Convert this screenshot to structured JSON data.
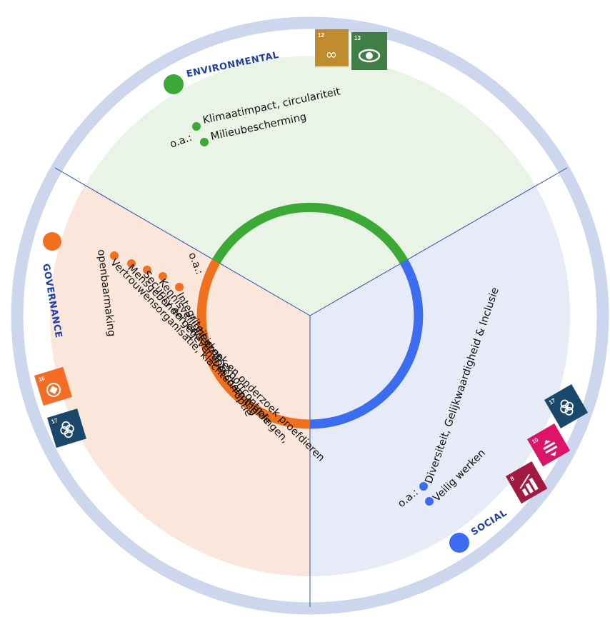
{
  "colors": {
    "environmental": "#3aa935",
    "social": "#3c6cf2",
    "governance": "#f07020",
    "ring": "#ccd6ed",
    "heading": "#1e3ea8",
    "env_bg": "#e9f4e6",
    "soc_bg": "#e7ebf7",
    "gov_bg": "#fbe6dc"
  },
  "environmental": {
    "title": "ENVIRONMENTAL",
    "prefix": "o.a.:",
    "items": [
      "Klimaatimpact, circulariteit",
      "Milieubescherming"
    ]
  },
  "governance": {
    "title": "GOVERNANCE",
    "prefix": "o.a.:",
    "items": [
      "Integriteit en anti-corruptie",
      "Kennisveiligheid en exportcontrole",
      "Security en gegevensbescherming",
      "Mensgebonden onderzoek en onderzoek proefdieren",
      "Vertrouwensorganisatie, klachten en meldingen,",
      "openbaarmaking"
    ]
  },
  "social": {
    "title": "SOCIAL",
    "prefix": "o.a.:",
    "items": [
      "Diversiteit, Gelijkwaardigheid & Inclusie",
      "Veilig werken"
    ]
  },
  "sdg_icons": [
    {
      "number": "12",
      "icon": "infinity-icon",
      "color": "#bf8b2e"
    },
    {
      "number": "13",
      "icon": "eye-globe-icon",
      "color": "#3f7e44"
    },
    {
      "number": "8",
      "icon": "growth-chart-icon",
      "color": "#a21942"
    },
    {
      "number": "10",
      "icon": "equality-icon",
      "color": "#dd1367"
    },
    {
      "number": "17",
      "icon": "flower-icon",
      "color": "#19486a"
    },
    {
      "number": "16",
      "icon": "dove-icon",
      "color": "#f36d25"
    },
    {
      "number": "17",
      "icon": "flower-icon",
      "color": "#19486a"
    }
  ]
}
